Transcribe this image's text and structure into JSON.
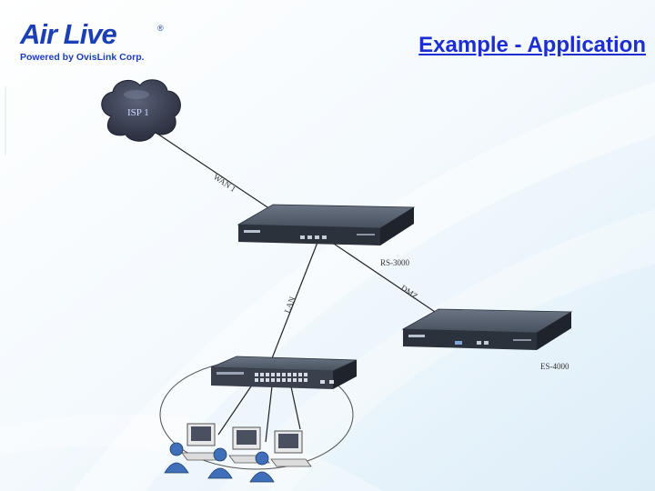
{
  "header": {
    "title": "Example - Application",
    "logo_word": "Air Live",
    "logo_reg": "®",
    "logo_tagline": "Powered by OvisLink Corp."
  },
  "diagram": {
    "cloud_label": "ISP 1",
    "wan_label": "WAN 1",
    "lan_label": "LAN",
    "dmz_label": "DMZ",
    "router1_label": "RS-3000",
    "router2_label": "ES-4000"
  },
  "colors": {
    "title": "#1c2ed2",
    "logo": "#1b3fb5",
    "cloud": "#3a3f52",
    "device": "#3d4552"
  }
}
